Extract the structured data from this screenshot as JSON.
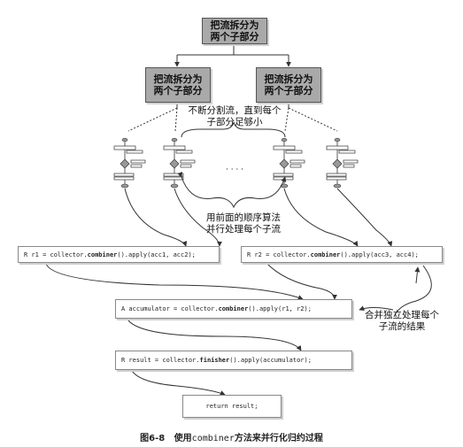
{
  "boxes": {
    "top": "把流拆分为\n两个子部分",
    "left": "把流拆分为\n两个子部分",
    "right": "把流拆分为\n两个子部分"
  },
  "annotations": {
    "split_until_small": "不断分割流，直到每个\n子部分足够小",
    "sequential": "用前面的顺序算法\n并行处理每个子流",
    "merge": "合并独立处理每个\n子流的结果",
    "ellipsis": "· · · ·"
  },
  "code": {
    "r1": {
      "pre": "R r1 = collector.",
      "fn": "combiner",
      "post": "().apply(acc1, acc2);"
    },
    "r2": {
      "pre": "R r2 = collector.",
      "fn": "combiner",
      "post": "().apply(acc3, acc4);"
    },
    "accumulator": {
      "pre": "A accumulator = collector.",
      "fn": "combiner",
      "post": "().apply(r1, r2);"
    },
    "result": {
      "pre": "R result = collector.",
      "fn": "finisher",
      "post": "().apply(accumulator);"
    },
    "return": {
      "pre": "return result;",
      "fn": "",
      "post": ""
    }
  },
  "caption": {
    "figure": "图6-8",
    "text_before": "使用",
    "mono": "combiner",
    "text_after": "方法来并行化归约过程"
  }
}
